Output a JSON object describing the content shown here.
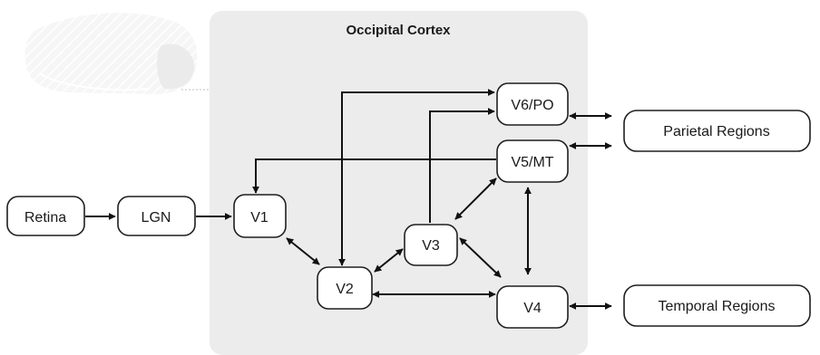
{
  "diagram": {
    "region_title": "Occipital Cortex",
    "colors": {
      "region_fill": "#ececec",
      "node_stroke": "#1f1f1f",
      "edge": "#111111",
      "brain_fill": "#e6e6e6"
    },
    "nodes": {
      "retina": "Retina",
      "lgn": "LGN",
      "v1": "V1",
      "v2": "V2",
      "v3": "V3",
      "v4": "V4",
      "v5mt": "V5/MT",
      "v6po": "V6/PO",
      "parietal": "Parietal Regions",
      "temporal": "Temporal Regions"
    },
    "edges": [
      {
        "from": "Retina",
        "to": "LGN",
        "direction": "forward"
      },
      {
        "from": "LGN",
        "to": "V1",
        "direction": "forward"
      },
      {
        "from": "V1",
        "to": "V2",
        "direction": "bidirectional"
      },
      {
        "from": "V2",
        "to": "V3",
        "direction": "bidirectional"
      },
      {
        "from": "V2",
        "to": "V4",
        "direction": "bidirectional"
      },
      {
        "from": "V2",
        "to": "V6/PO",
        "direction": "bidirectional"
      },
      {
        "from": "V3",
        "to": "V4",
        "direction": "bidirectional"
      },
      {
        "from": "V3",
        "to": "V5/MT",
        "direction": "bidirectional"
      },
      {
        "from": "V3",
        "to": "V6/PO",
        "direction": "forward"
      },
      {
        "from": "V5/MT",
        "to": "V1",
        "direction": "forward"
      },
      {
        "from": "V5/MT",
        "to": "V4",
        "direction": "bidirectional"
      },
      {
        "from": "V6/PO",
        "to": "Parietal Regions",
        "direction": "bidirectional"
      },
      {
        "from": "V5/MT",
        "to": "Parietal Regions",
        "direction": "bidirectional"
      },
      {
        "from": "V4",
        "to": "Temporal Regions",
        "direction": "bidirectional"
      }
    ]
  }
}
